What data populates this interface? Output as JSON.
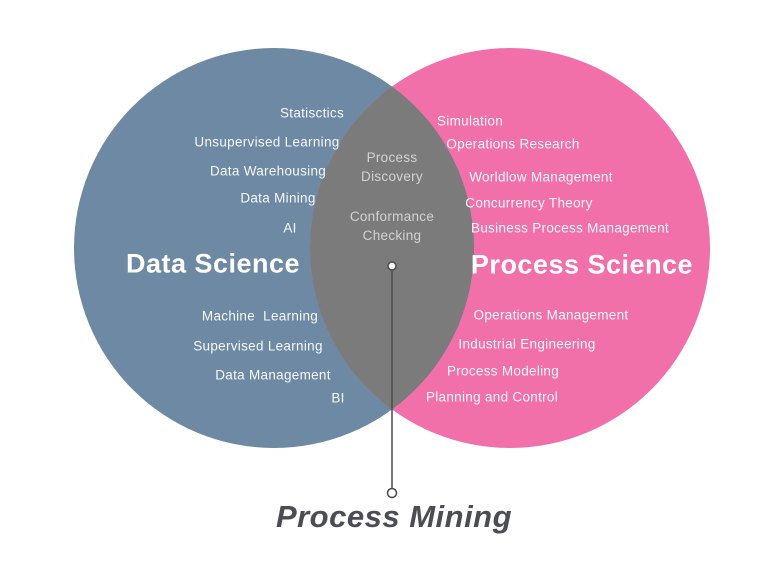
{
  "diagram": {
    "type": "venn",
    "left_circle": {
      "title": "Data Science",
      "color": "#6d89a3",
      "items": [
        "Statisctics",
        "Unsupervised Learning",
        "Data Warehousing",
        "Data Mining",
        "AI",
        "Machine  Learning",
        "Supervised Learning",
        "Data Management",
        "BI"
      ]
    },
    "right_circle": {
      "title": "Process Science",
      "color": "#f170aa",
      "items": [
        "Simulation",
        "Operations Research",
        "Worldlow Management",
        "Concurrency Theory",
        "Business Process Management",
        "Operations Management",
        "Industrial Engineering",
        "Process Modeling",
        "Planning and Control"
      ]
    },
    "intersection": {
      "color": "#7b7b7b",
      "items": [
        "Process Discovery",
        "Conformance Checking"
      ]
    },
    "callout": {
      "label": "Process Mining",
      "label_color": "#4c4c55",
      "line_color": "#4a4a4a"
    },
    "item_text_color": "#f7f8f9",
    "intersection_text_color": "#d2d2d2"
  }
}
